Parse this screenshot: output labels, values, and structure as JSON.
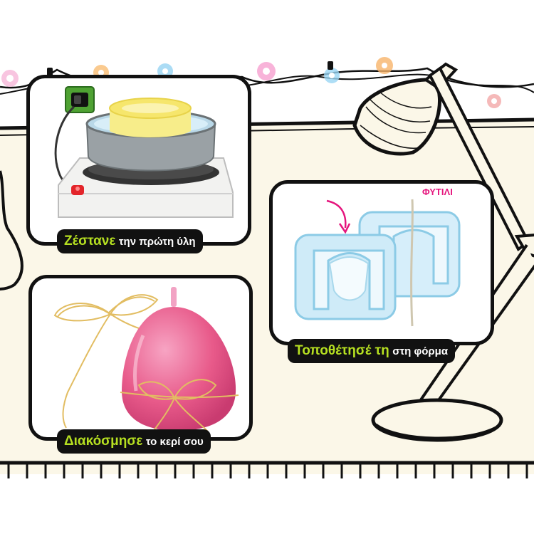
{
  "steps": [
    {
      "highlight": "Ζέστανε",
      "rest": "την πρώτη ύλη"
    },
    {
      "highlight": "Τοποθέτησέ τη",
      "rest": "στη φόρμα",
      "wick_label": "ΦΥΤΙΛΙ"
    },
    {
      "highlight": "Διακόσμησε",
      "rest": "το κερί σου"
    }
  ],
  "icons": [
    "power-socket-icon",
    "hot-plate-icon",
    "wax-pot-icon",
    "candle-mold-icon",
    "arrow-icon",
    "egg-candle-icon",
    "raffia-bow-icon",
    "desk-lamp-icon",
    "string-lights-icon"
  ],
  "colors": {
    "highlight": "#b6e021",
    "wick_label": "#e5157d",
    "table": "#fbf7e8",
    "outline": "#111111",
    "candle": "#e85a8a",
    "mold": "#bfe6f5"
  }
}
